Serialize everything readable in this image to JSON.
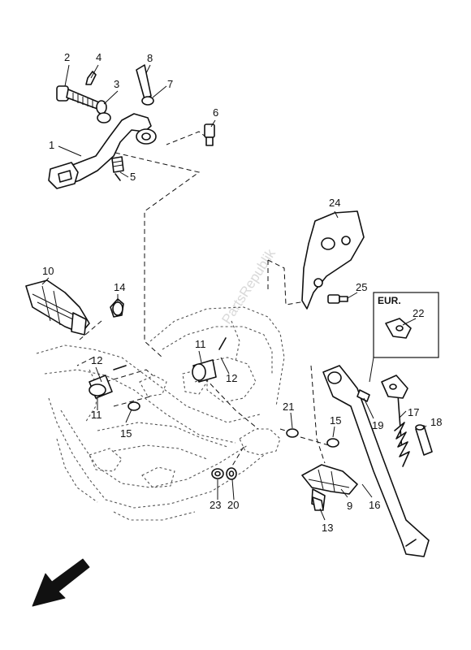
{
  "diagram": {
    "callouts": [
      "1",
      "2",
      "3",
      "4",
      "5",
      "6",
      "7",
      "8",
      "9",
      "10",
      "11",
      "11",
      "12",
      "12",
      "13",
      "14",
      "15",
      "15",
      "16",
      "17",
      "18",
      "19",
      "20",
      "21",
      "22",
      "23",
      "24",
      "25"
    ],
    "region_label": "EUR.",
    "watermark": "PartsRepublik"
  },
  "colors": {
    "line": "#111111",
    "background": "#ffffff",
    "watermark": "#d9d9d9"
  },
  "icons": {
    "direction": "arrow-down-left-icon"
  }
}
